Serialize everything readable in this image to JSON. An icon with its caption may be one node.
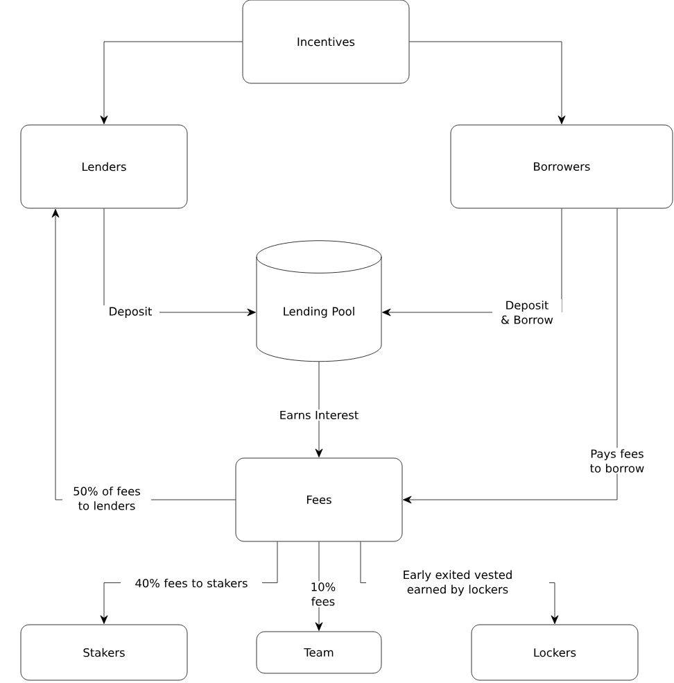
{
  "diagram": {
    "nodes": [
      {
        "text": [
          "Incentives"
        ]
      },
      {
        "text": [
          "Lenders"
        ]
      },
      {
        "text": [
          "Borrowers"
        ]
      },
      {
        "text": [
          "Lending Pool"
        ]
      },
      {
        "text": [
          "Fees"
        ]
      },
      {
        "text": [
          "Stakers"
        ]
      },
      {
        "text": [
          "Team"
        ]
      },
      {
        "text": [
          "Lockers"
        ]
      }
    ],
    "edges": [
      {
        "from": 0,
        "to": 1,
        "arrow": "to"
      },
      {
        "from": 0,
        "to": 2,
        "arrow": "to"
      },
      {
        "from": 1,
        "to": 3,
        "arrow": "to",
        "label": "Deposit"
      },
      {
        "from": 2,
        "to": 3,
        "arrow": "to",
        "label": "Deposit & Borrow"
      },
      {
        "from": 3,
        "to": 4,
        "arrow": "to",
        "label": "Earns Interest"
      },
      {
        "from": 2,
        "to": 4,
        "arrow": "to",
        "label": "Pays fees to borrow"
      },
      {
        "from": 4,
        "to": 1,
        "arrow": "to",
        "label": "50% of fees to lenders"
      },
      {
        "from": 4,
        "to": 5,
        "arrow": "to",
        "label": "40% fees to stakers"
      },
      {
        "from": 4,
        "to": 6,
        "arrow": "to",
        "label": "10% fees"
      },
      {
        "from": 4,
        "to": 7,
        "arrow": "to",
        "label": "Early exited vested earned by lockers"
      }
    ]
  }
}
